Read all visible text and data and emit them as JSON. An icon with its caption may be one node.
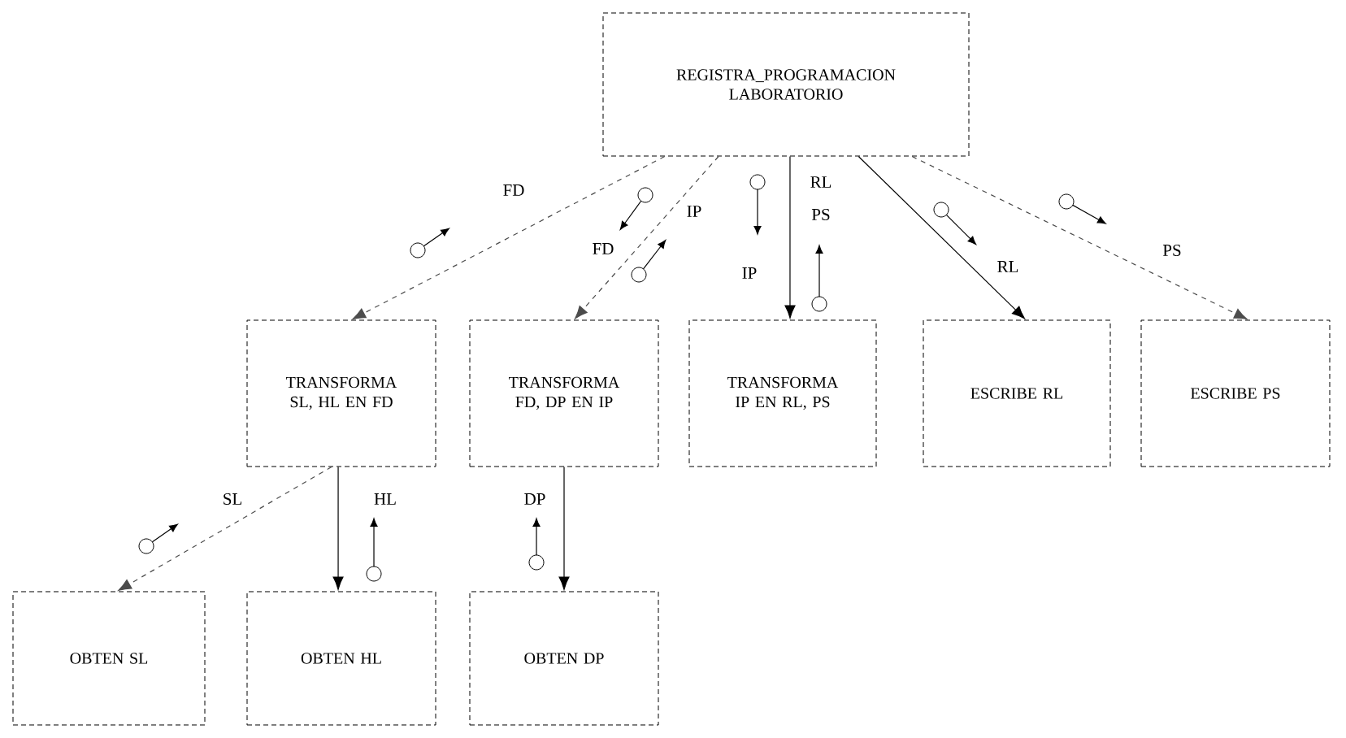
{
  "diagram": {
    "nodes": [
      {
        "text": [
          "REGISTRA_PROGRAMACION LABORATORIO"
        ]
      },
      {
        "text": [
          "TRANSFORMA SL, HL EN FD"
        ]
      },
      {
        "text": [
          "TRANSFORMA FD, DP EN IP"
        ]
      },
      {
        "text": [
          "TRANSFORMA IP EN RL, PS"
        ]
      },
      {
        "text": [
          "ESCRIBE RL"
        ]
      },
      {
        "text": [
          "ESCRIBE PS"
        ]
      },
      {
        "text": [
          "OBTEN SL"
        ]
      },
      {
        "text": [
          "OBTEN HL"
        ]
      },
      {
        "text": [
          "OBTEN DP"
        ]
      }
    ],
    "edges": [
      {
        "from": 0,
        "to": 1,
        "arrow": "to",
        "style": "dashed"
      },
      {
        "from": 0,
        "to": 2,
        "arrow": "to",
        "style": "dashed"
      },
      {
        "from": 0,
        "to": 3,
        "arrow": "to"
      },
      {
        "from": 0,
        "to": 4,
        "arrow": "to"
      },
      {
        "from": 0,
        "to": 5,
        "arrow": "to",
        "style": "dashed"
      },
      {
        "from": 1,
        "to": 6,
        "arrow": "to",
        "style": "dashed"
      },
      {
        "from": 1,
        "to": 7,
        "arrow": "to"
      },
      {
        "from": 2,
        "to": 8,
        "arrow": "to"
      }
    ],
    "labels": [
      "FD",
      "FD",
      "IP",
      "IP",
      "RL",
      "PS",
      "RL",
      "PS",
      "SL",
      "HL",
      "DP"
    ]
  }
}
